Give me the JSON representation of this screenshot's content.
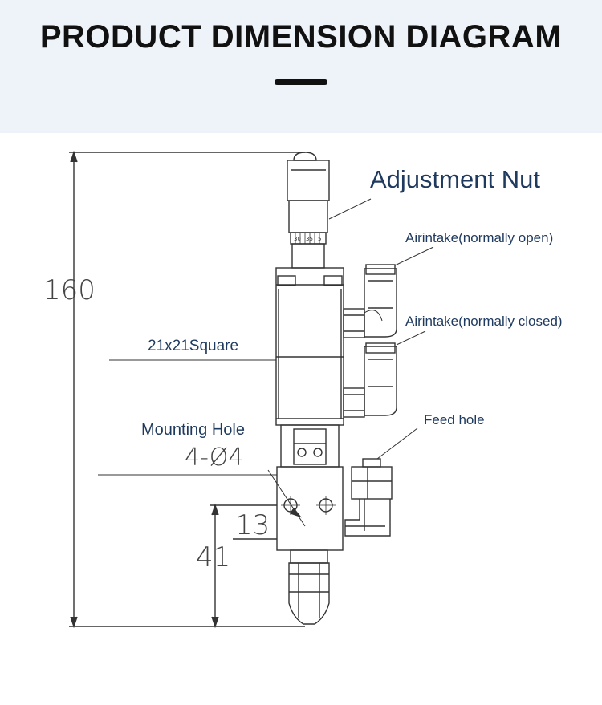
{
  "header": {
    "title": "PRODUCT DIMENSION DIAGRAM"
  },
  "labels": {
    "adjustment_nut": "Adjustment Nut",
    "airintake_open": "Airintake(normally open)",
    "airintake_closed": "Airintake(normally closed)",
    "square": "21x21Square",
    "feed_hole": "Feed hole",
    "mounting_hole": "Mounting Hole",
    "mounting_spec": "4-Ø4"
  },
  "dimensions": {
    "total_height": "160",
    "lower_height": "41",
    "hole_spacing": "13"
  },
  "scale_marks": {
    "a": "30",
    "b": "35",
    "c": "5"
  },
  "colors": {
    "header_bg": "#eef2f9",
    "label_text": "#1f3a5f",
    "line": "#333333"
  }
}
